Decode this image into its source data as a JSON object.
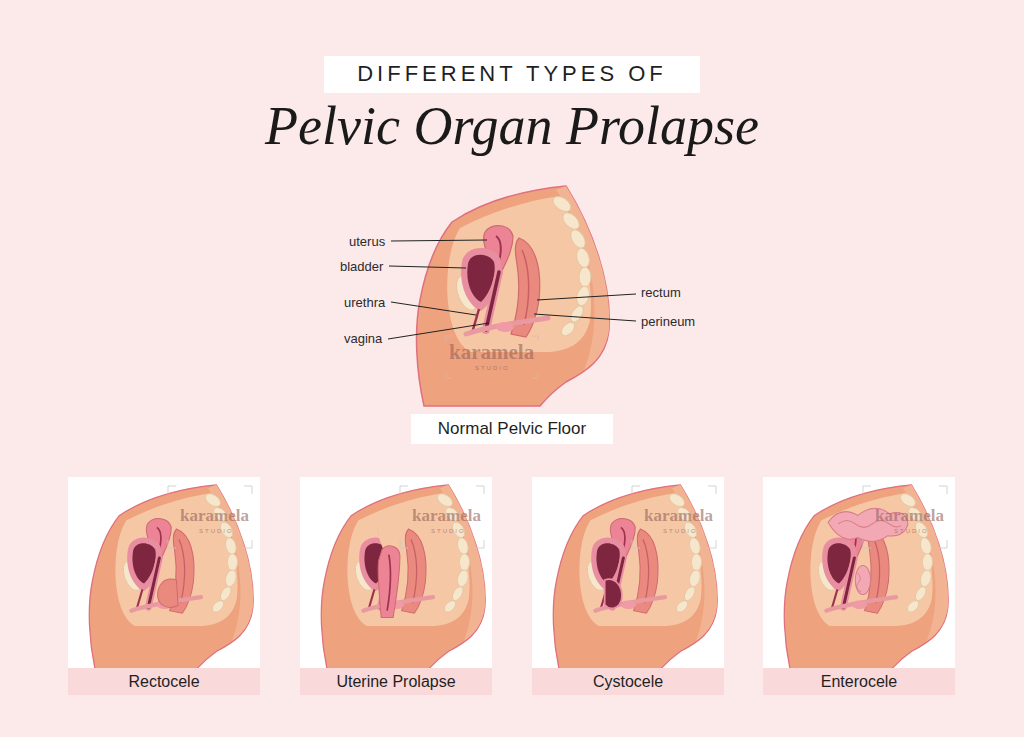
{
  "diagram": {
    "title": "Pelvic Organ Prolapse",
    "nodes": [
      {
        "text": [
          "DIFFERENT TYPES OF"
        ]
      },
      {
        "text": [
          "Normal Pelvic Floor"
        ]
      },
      {
        "text": [
          "Rectocele"
        ]
      },
      {
        "text": [
          "Uterine Prolapse"
        ]
      },
      {
        "text": [
          "Cystocele"
        ]
      },
      {
        "text": [
          "Enterocele"
        ]
      }
    ],
    "labels": [
      "uterus",
      "bladder",
      "urethra",
      "vagina",
      "rectum",
      "perineum",
      "karamela",
      "STUDIO",
      "karamela",
      "STUDIO",
      "karamela",
      "STUDIO",
      "karamela",
      "STUDIO",
      "karamela",
      "STUDIO"
    ]
  }
}
